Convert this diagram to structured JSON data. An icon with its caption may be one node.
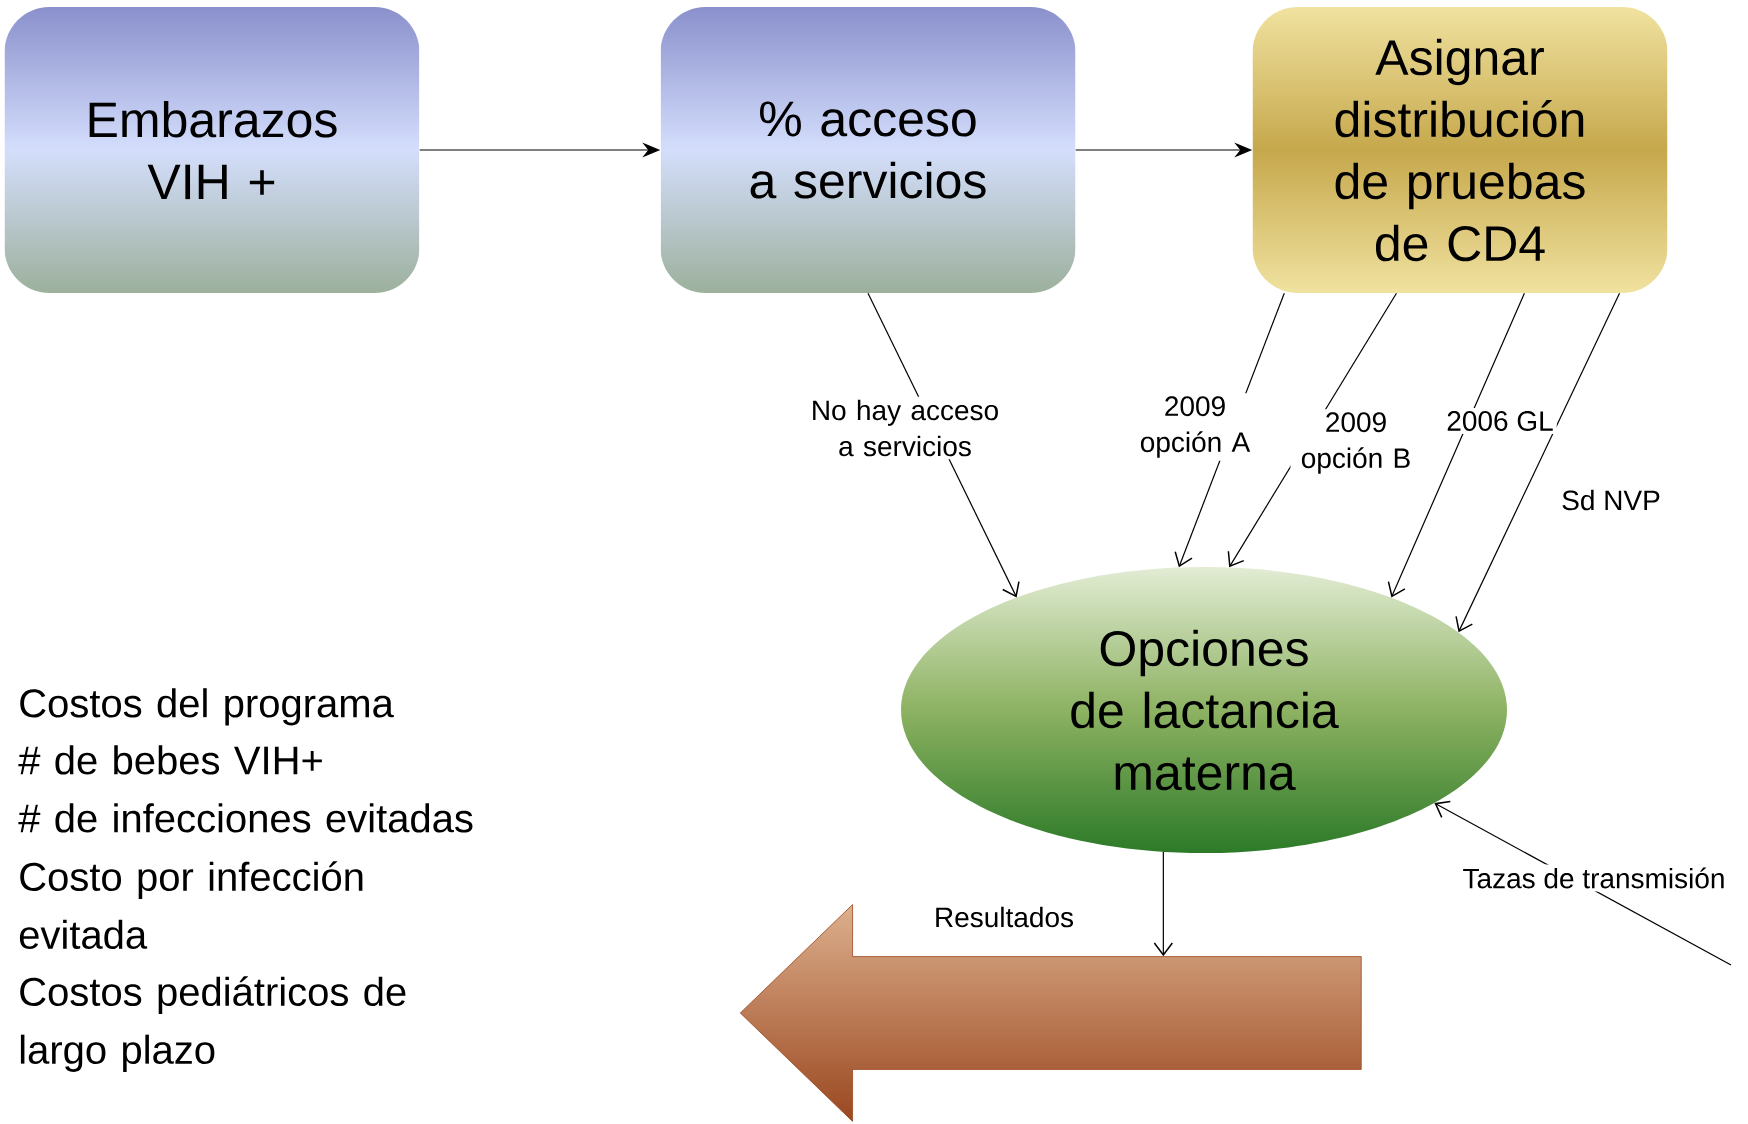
{
  "diagram": {
    "nodes": [
      {
        "text": [
          "Embarazos VIH +"
        ]
      },
      {
        "text": [
          "% acceso a servicios"
        ]
      },
      {
        "text": [
          "Asignar distribución de pruebas de CD4"
        ]
      },
      {
        "text": [
          "Opciones de lactancia materna"
        ]
      },
      {
        "text": [],
        "shape": "arrow"
      }
    ],
    "edges": [
      {
        "from": 0,
        "to": 1,
        "arrow": "to"
      },
      {
        "from": 1,
        "to": 2,
        "arrow": "to"
      },
      {
        "from": 1,
        "to": 3,
        "arrow": "to",
        "label": "No hay acceso a servicios"
      },
      {
        "from": 2,
        "to": 3,
        "arrow": "to",
        "label": "2009 opción A"
      },
      {
        "from": 2,
        "to": 3,
        "arrow": "to",
        "label": "2009 opción B"
      },
      {
        "from": 2,
        "to": 3,
        "arrow": "to",
        "label": "2006 GL"
      },
      {
        "from": 2,
        "to": 3,
        "arrow": "to",
        "label": "Sd NVP"
      },
      {
        "from": null,
        "to": 3,
        "arrow": "to",
        "label": "Tazas de transmisión"
      },
      {
        "from": 3,
        "to": 4,
        "arrow": "to",
        "label": "Resultados"
      }
    ],
    "labels": [
      "Costos del programa",
      "# de bebes VIH+",
      "# de infecciones evitadas",
      "Costo por infección evitada",
      "Costos pediátricos de largo plazo"
    ]
  }
}
